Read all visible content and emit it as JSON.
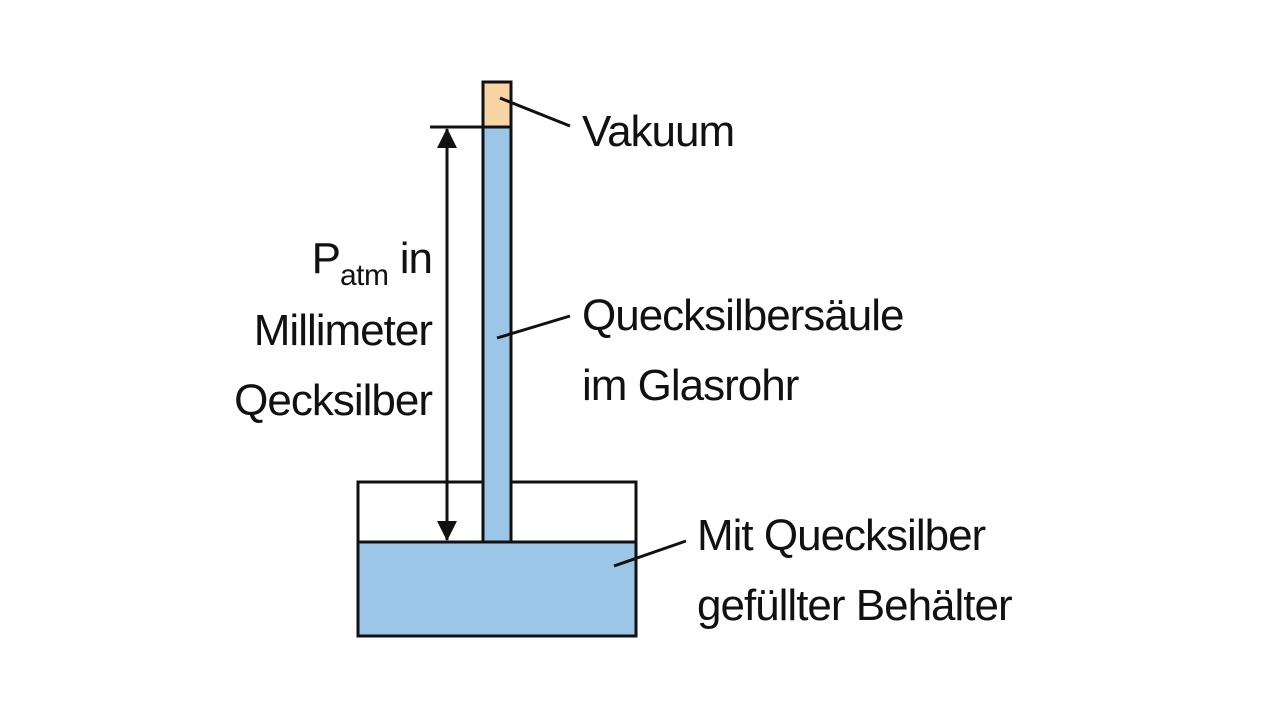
{
  "labels": {
    "vacuum": "Vakuum",
    "pressure": {
      "symbol": "P",
      "subscript": "atm",
      "suffix": " in",
      "line2": "Millimeter",
      "line3": "Qecksilber"
    },
    "column": {
      "line1": "Quecksilbersäule",
      "line2": "im Glasrohr"
    },
    "container": {
      "line1": "Mit Quecksilber",
      "line2": "gefüllter Behälter"
    }
  },
  "colors": {
    "mercury": "#9cc6e8",
    "vacuum": "#f8d3a4",
    "outline": "#111111",
    "background": "#ffffff"
  }
}
